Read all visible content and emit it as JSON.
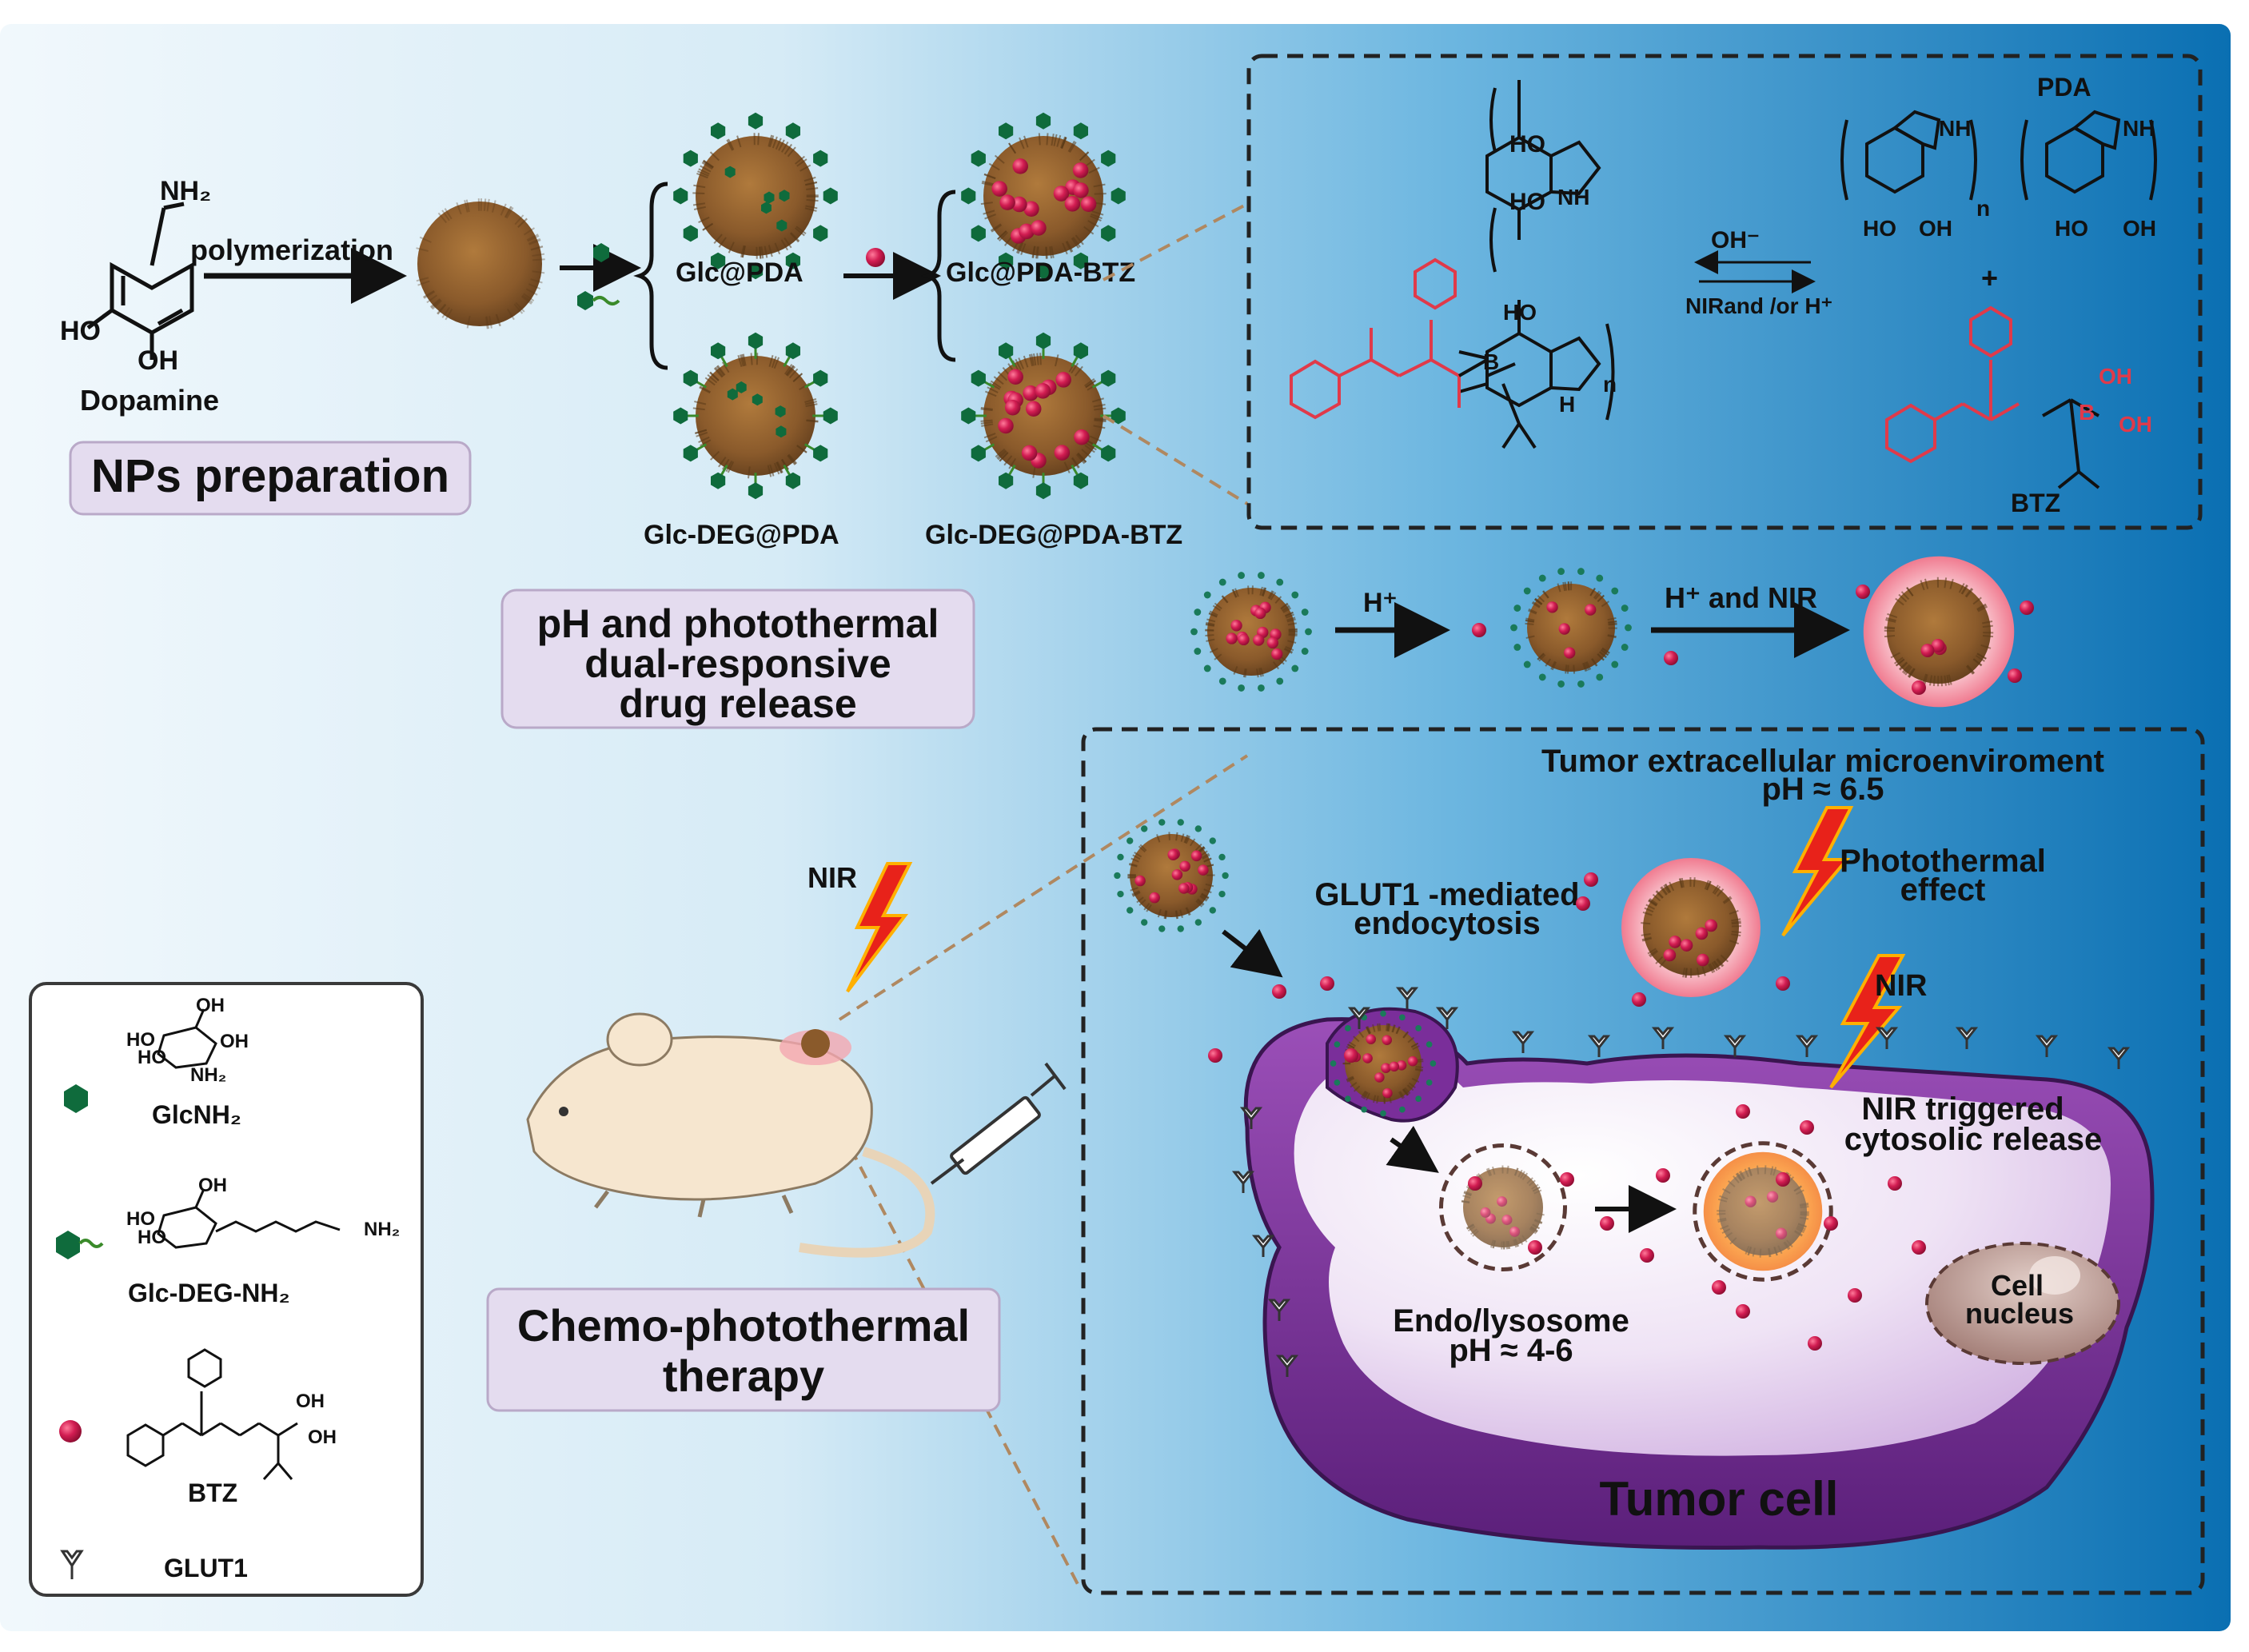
{
  "colors": {
    "bg_left": "#eef6fb",
    "bg_right": "#0a74b7",
    "np_brown": "#8a5a2b",
    "glc_green": "#0f6b3c",
    "btz_red": "#c8174a",
    "drug_red_struct": "#e03a4a",
    "cell_purple": "#7a2e9a",
    "box_purple": "#e4dcef"
  },
  "top": {
    "dopamine_nh2": "NH₂",
    "dopamine_ho": "HO",
    "dopamine_oh": "OH",
    "dopamine_label": "Dopamine",
    "polymerization": "polymerization",
    "glc_pda": "Glc@PDA",
    "glc_pda_btz": "Glc@PDA-BTZ",
    "glc_deg_pda": "Glc-DEG@PDA",
    "glc_deg_pda_btz": "Glc-DEG@PDA-BTZ",
    "np_prep": "NPs preparation"
  },
  "chem_box": {
    "pda": "PDA",
    "btz": "BTZ",
    "oh_minus": "OH⁻",
    "nir_h": "NIRand /or H⁺",
    "plus": "+",
    "n": "n",
    "ho": "HO",
    "oh": "OH",
    "nh": "NH",
    "h": "H",
    "o": "O",
    "b": "B",
    "n_atom": "N"
  },
  "release": {
    "title_line1": "pH and photothermal",
    "title_line2": "dual-responsive",
    "title_line3": "drug release",
    "h_plus": "H⁺",
    "h_and_nir": "H⁺ and NIR"
  },
  "legend": {
    "glcnh2": "GlcNH₂",
    "glc_deg_nh2": "Glc-DEG-NH₂",
    "btz": "BTZ",
    "glut1": "GLUT1",
    "nh2": "NH₂",
    "oh": "OH",
    "ho": "HO"
  },
  "therapy": {
    "nir": "NIR",
    "line1": "Chemo-photothermal",
    "line2": "therapy"
  },
  "cell_box": {
    "tumor_env_line1": "Tumor extracellular microenviroment",
    "tumor_env_line2": "pH ≈ 6.5",
    "glut_line1": "GLUT1 -mediated",
    "glut_line2": "endocytosis",
    "photo_line1": "Photothermal",
    "photo_line2": "effect",
    "nir": "NIR",
    "nir_trig_line1": "NIR triggered",
    "nir_trig_line2": "cytosolic release",
    "endo_line1": "Endo/lysosome",
    "endo_line2": "pH ≈ 4-6",
    "cell_line1": "Cell",
    "cell_line2": "nucleus",
    "tumor_cell": "Tumor cell"
  }
}
